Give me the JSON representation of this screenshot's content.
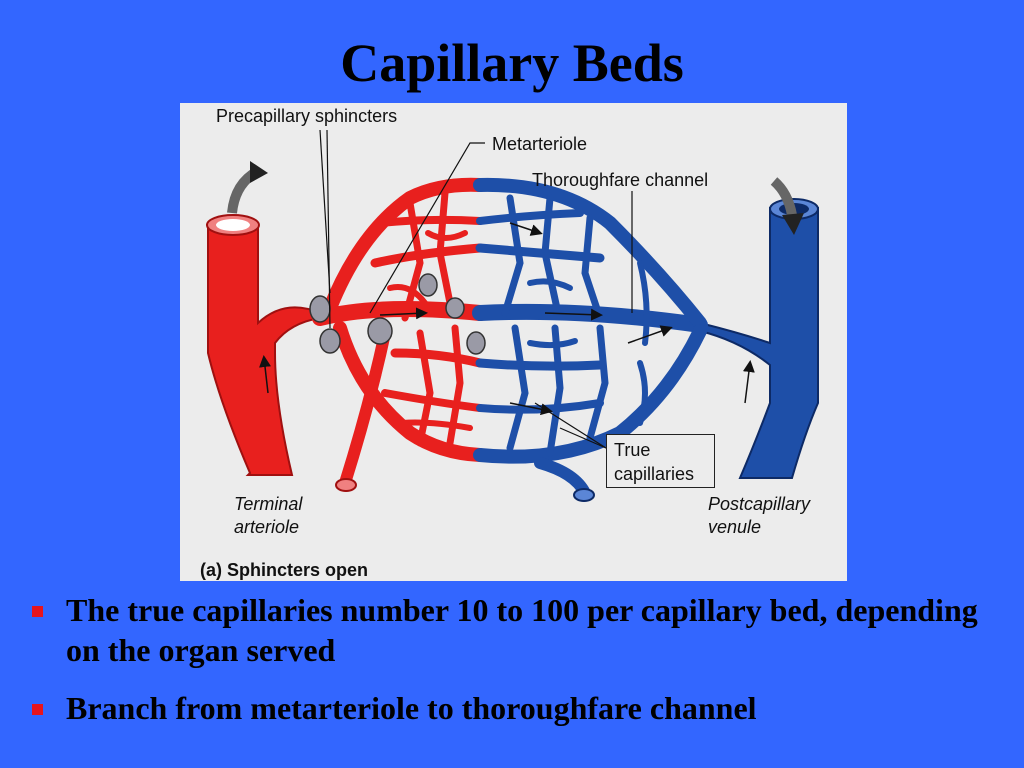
{
  "slide": {
    "title": "Capillary Beds",
    "bullets": [
      "The true capillaries number 10 to 100 per capillary bed, depending on the organ served",
      "Branch from metarteriole to thoroughfare channel"
    ]
  },
  "figure": {
    "labels": {
      "precapillary_sphincters": "Precapillary sphincters",
      "metarteriole": "Metarteriole",
      "thoroughfare_channel": "Thoroughfare channel",
      "true_capillaries_line1": "True",
      "true_capillaries_line2": "capillaries",
      "terminal_arteriole_line1": "Terminal",
      "terminal_arteriole_line2": "arteriole",
      "postcapillary_venule_line1": "Postcapillary",
      "postcapillary_venule_line2": "venule",
      "caption": "(a) Sphincters open"
    },
    "colors": {
      "arterial": "#e8201e",
      "venous": "#1e4fa8",
      "sphincter": "#9a9aa6",
      "background": "#ececec"
    }
  },
  "colors": {
    "slide_background": "#3366ff",
    "bullet": "#e8141c"
  }
}
